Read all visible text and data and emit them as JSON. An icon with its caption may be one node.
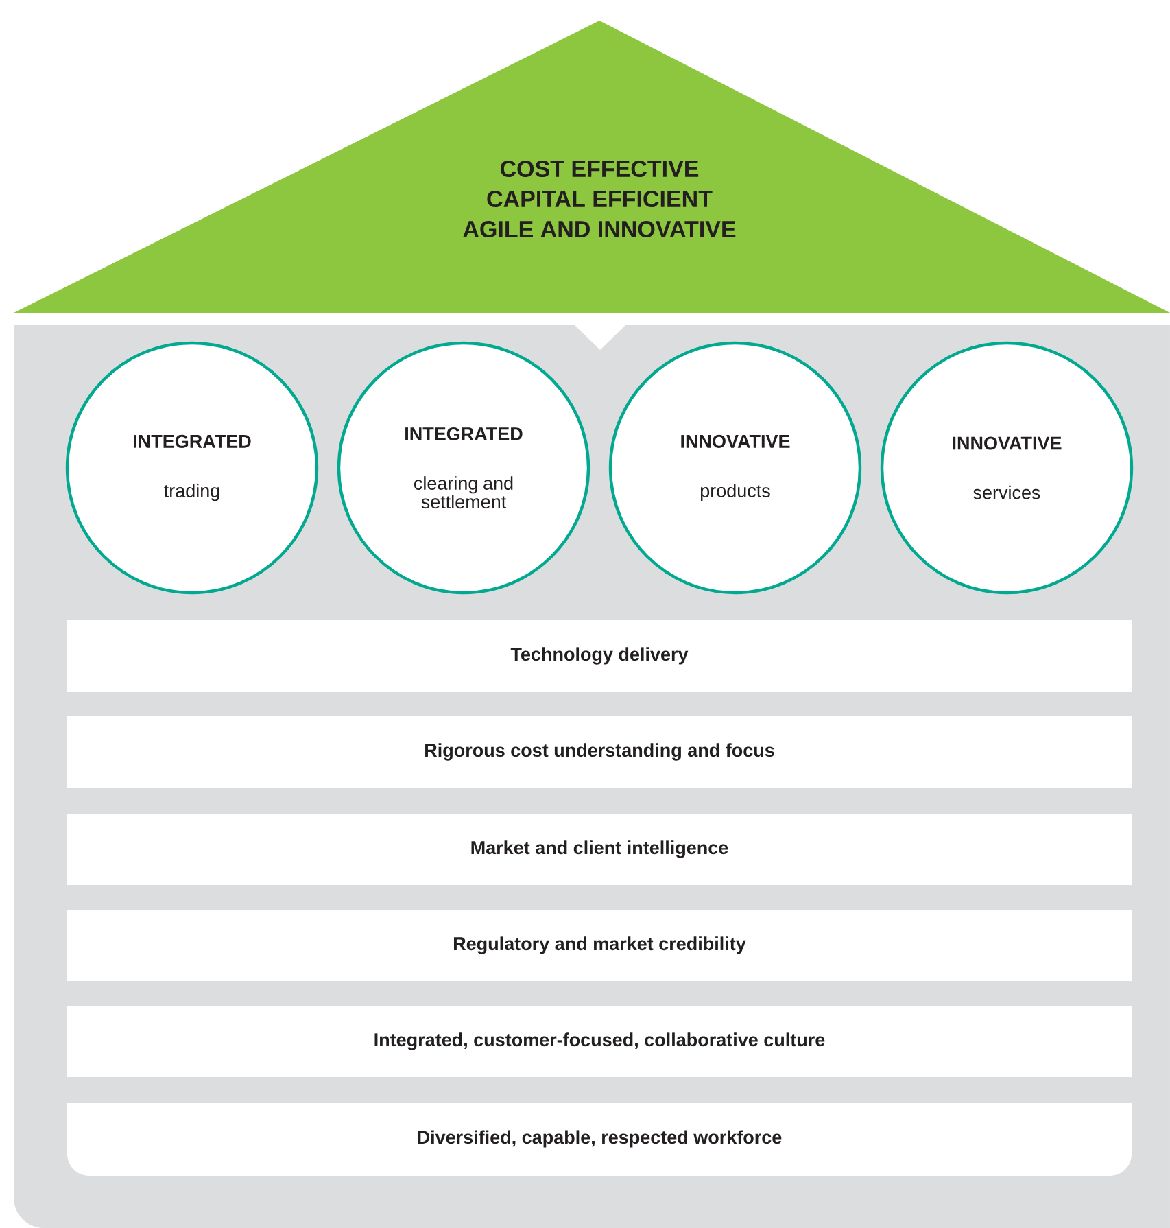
{
  "diagram": {
    "nodes": [
      {
        "text": [
          "COST EFFECTIVE",
          "CAPITAL EFFICIENT",
          "AGILE AND INNOVATIVE"
        ]
      },
      {
        "text": [],
        "shape": "box"
      },
      {
        "text": [
          "INTEGRATED",
          "trading"
        ],
        "in": 1
      },
      {
        "text": [
          "INTEGRATED",
          "clearing and settlement"
        ],
        "in": 1
      },
      {
        "text": [
          "INNOVATIVE",
          "products"
        ],
        "in": 1
      },
      {
        "text": [
          "INNOVATIVE",
          "services"
        ],
        "in": 1
      },
      {
        "text": [
          "Technology delivery"
        ],
        "in": 1
      },
      {
        "text": [
          "Rigorous cost understanding and focus"
        ],
        "in": 1
      },
      {
        "text": [
          "Market and client intelligence"
        ],
        "in": 1
      },
      {
        "text": [
          "Regulatory and market credibility"
        ],
        "in": 1
      },
      {
        "text": [
          "Integrated, customer-focused, collaborative culture"
        ],
        "in": 1
      },
      {
        "text": [
          "Diversified, capable, respected workforce"
        ],
        "in": 1
      }
    ]
  }
}
